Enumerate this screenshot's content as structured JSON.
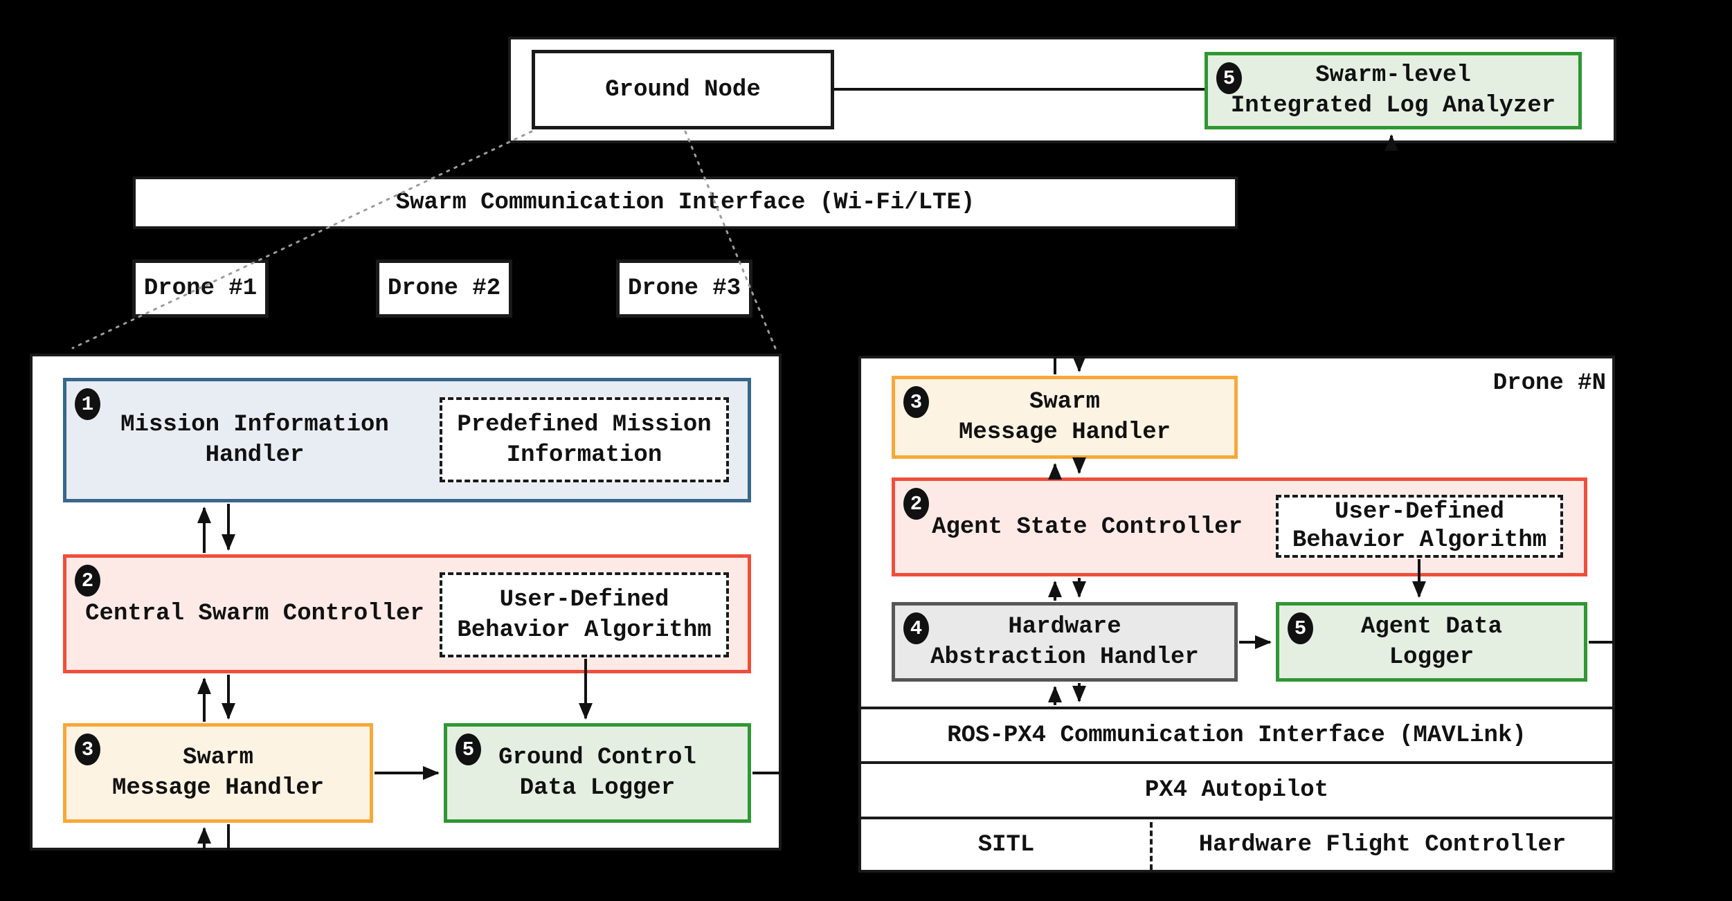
{
  "colors": {
    "background": "#000000",
    "panel_border": "#1a1a1a",
    "blue_border": "#38678c",
    "blue_fill": "#e7edf3",
    "red_border": "#ef4e3b",
    "red_fill": "#fdeae7",
    "orange_border": "#f7a839",
    "orange_fill": "#fdf3e2",
    "green_border": "#2f9733",
    "green_fill": "#e4efe2",
    "gray_border": "#565656",
    "gray_fill": "#e9e9e9"
  },
  "top_panel": {
    "ground_node_label": "Ground Node",
    "log_analyzer": {
      "badge": "5",
      "line1": "Swarm-level",
      "line2": "Integrated Log Analyzer"
    }
  },
  "comm_bar_label": "Swarm Communication Interface (Wi-Fi/LTE)",
  "drones": [
    {
      "label": "Drone #1"
    },
    {
      "label": "Drone #2"
    },
    {
      "label": "Drone #3"
    }
  ],
  "gcs_panel": {
    "mission_handler": {
      "badge": "1",
      "line1": "Mission Information",
      "line2": "Handler"
    },
    "predefined_mission": {
      "line1": "Predefined Mission",
      "line2": "Information"
    },
    "swarm_controller": {
      "badge": "2",
      "label": "Central Swarm Controller"
    },
    "behavior_algorithm": {
      "line1": "User-Defined",
      "line2": "Behavior Algorithm"
    },
    "message_handler": {
      "badge": "3",
      "line1": "Swarm",
      "line2": "Message Handler"
    },
    "data_logger": {
      "badge": "5",
      "line1": "Ground Control",
      "line2": "Data Logger"
    }
  },
  "drone_panel": {
    "title": "Drone #N",
    "message_handler": {
      "badge": "3",
      "line1": "Swarm",
      "line2": "Message Handler"
    },
    "state_controller": {
      "badge": "2",
      "label": "Agent State Controller"
    },
    "behavior_algorithm": {
      "line1": "User-Defined",
      "line2": "Behavior Algorithm"
    },
    "hardware_handler": {
      "badge": "4",
      "line1": "Hardware",
      "line2": "Abstraction Handler"
    },
    "data_logger": {
      "badge": "5",
      "line1": "Agent Data",
      "line2": "Logger"
    },
    "ros_interface_label": "ROS-PX4 Communication Interface (MAVLink)",
    "px4_label": "PX4 Autopilot",
    "sitl_label": "SITL",
    "hw_fc_label": "Hardware Flight Controller"
  }
}
